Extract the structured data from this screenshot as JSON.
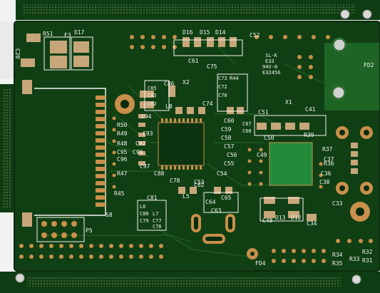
{
  "board": {
    "colors": {
      "mask": "#0f3d13",
      "mask_dark": "#0a2c0d",
      "mask_light": "#1c5a20",
      "copper": "#c8904a",
      "pad": "#c7a67a",
      "silk": "#f4f4ee",
      "background": "#f2f2f2"
    }
  },
  "labels": {
    "r51": "R51",
    "f3": "F3",
    "d17": "D17",
    "c20": "C20",
    "d16": "D16",
    "d15": "D15",
    "d14": "D14",
    "c52": "C52",
    "c61": "C61",
    "c75": "C75",
    "c73": "C73",
    "r44": "R44",
    "c72": "C72",
    "c70": "C70",
    "x2": "X2",
    "c86": "C86",
    "c85": "C85",
    "c83": "C83",
    "c82": "C82",
    "l8": "L8",
    "c74": "C74",
    "x1": "X1",
    "c51": "C51",
    "c41": "C41",
    "fd2": "FD2",
    "c94": "C94",
    "r50": "R50",
    "r49": "R49",
    "c93": "C93",
    "r48": "R48",
    "c95": "C95",
    "c90": "C90",
    "c96": "C96",
    "c92": "C92",
    "r47": "R47",
    "c88": "C88",
    "c97": "C97",
    "c78": "C78",
    "r45": "R45",
    "l5": "L5",
    "c60": "C60",
    "c59": "C59",
    "c58": "C58",
    "c57": "C57",
    "c56": "C56",
    "c55": "C55",
    "c54": "C54",
    "c53": "C53",
    "c67": "C67",
    "c68": "C68",
    "c50": "C50",
    "r39": "R39",
    "r37": "R37",
    "r36": "R36",
    "c36": "C36",
    "c37": "C37",
    "c38": "C38",
    "c33": "C33",
    "c49": "C49",
    "c48": "C48",
    "d13": "D13",
    "d12": "D12",
    "c34": "C34",
    "c65": "C65",
    "c64": "C64",
    "c63": "C63",
    "c62": "C62",
    "l6": "L6",
    "c80": "C80",
    "l7": "L7",
    "c77": "C77",
    "c79": "C79",
    "c76": "C76",
    "c81": "C81",
    "s8": "S8",
    "p5": "P5",
    "fd4": "FD4",
    "r34": "R34",
    "r35": "R35",
    "r33": "R33",
    "r32": "R32",
    "r31": "R31",
    "f_code_1": "E32456",
    "f_code_2": "94V-0",
    "f_code_3": "SL-K",
    "f_code_4": "E33",
    "r_marks": "R33 R34"
  }
}
